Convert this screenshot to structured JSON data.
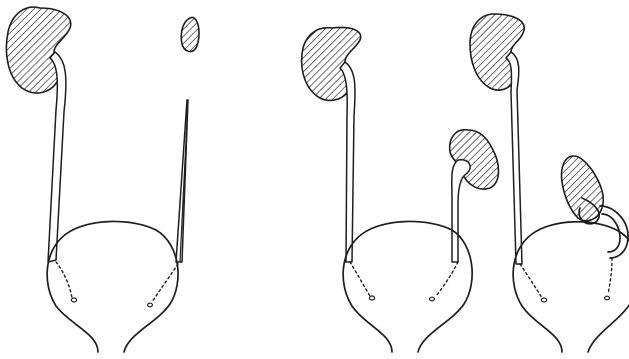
{
  "figure": {
    "panels": [
      {
        "id": "left",
        "structures": [
          "kidney",
          "ureter",
          "small-kidney",
          "ureter-remnant",
          "bladder"
        ]
      },
      {
        "id": "middle",
        "structures": [
          "kidney",
          "ureter",
          "ectopic-kidney",
          "ureter",
          "bladder"
        ]
      },
      {
        "id": "right",
        "structures": [
          "kidney",
          "ureter",
          "ectopic-kidney",
          "ureter",
          "bladder"
        ]
      }
    ],
    "colors": {
      "ink": "#1e1e1e",
      "background": "#ffffff"
    }
  }
}
